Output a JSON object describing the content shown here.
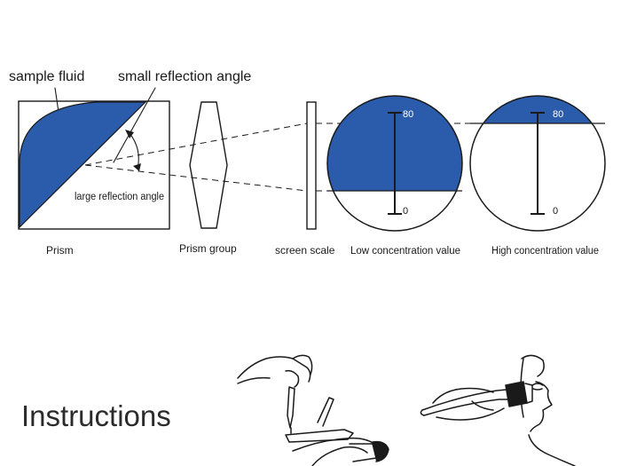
{
  "colors": {
    "fluid_blue": "#2a5cab",
    "line_dark": "#1a1a1a",
    "background": "#ffffff"
  },
  "labels": {
    "sample_fluid": "sample fluid",
    "small_reflection_angle": "small reflection angle",
    "large_reflection_angle": "large reflection angle",
    "prism": "Prism",
    "prism_group": "Prism group",
    "screen_scale": "screen scale",
    "low_concentration": "Low concentration value",
    "high_concentration": "High concentration value"
  },
  "scales": {
    "low": {
      "top_label": "80",
      "bottom_label": "0"
    },
    "high": {
      "top_label": "80",
      "bottom_label": "0"
    }
  },
  "instructions": {
    "heading": "Instructions",
    "illustrations": [
      "dropper-on-prism-illustration",
      "viewing-through-eyepiece-illustration"
    ]
  }
}
